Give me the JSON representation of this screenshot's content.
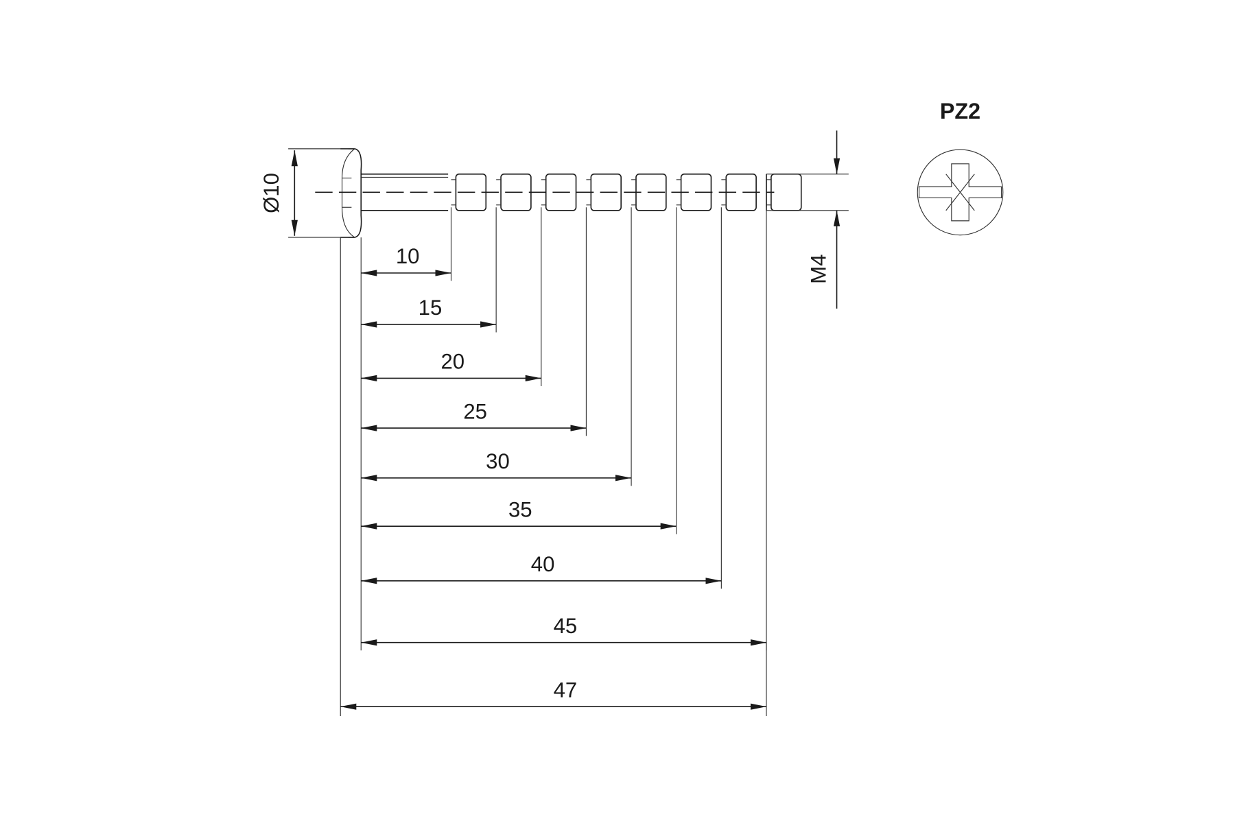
{
  "drive": {
    "label": "PZ2",
    "icon": "pozidriv-icon"
  },
  "head_diameter": {
    "label": "Ø10"
  },
  "thread": {
    "label": "M4"
  },
  "length_dimensions": [
    {
      "label": "10",
      "value": 10
    },
    {
      "label": "15",
      "value": 15
    },
    {
      "label": "20",
      "value": 20
    },
    {
      "label": "25",
      "value": 25
    },
    {
      "label": "30",
      "value": 30
    },
    {
      "label": "35",
      "value": 35
    },
    {
      "label": "40",
      "value": 40
    },
    {
      "label": "45",
      "value": 45
    }
  ],
  "overall_length": {
    "label": "47",
    "value": 47
  }
}
